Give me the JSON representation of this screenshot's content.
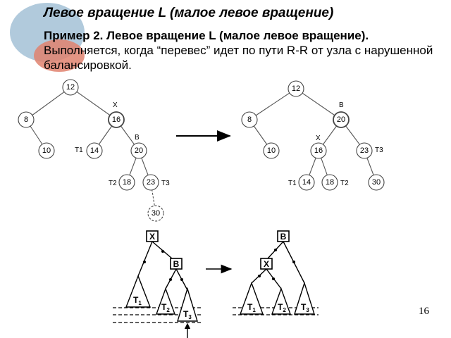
{
  "slide": {
    "title": "Левое вращение L (малое левое вращение)",
    "example_lead": "Пример 2. Левое вращение L (малое левое вращение).",
    "example_text": "Выполняется, когда “перевес” идет по пути R-R от узла с нарушенной балансировкой.",
    "page_number": "16"
  },
  "tree_before": {
    "nodes": [
      "12",
      "8",
      "16",
      "10",
      "14",
      "20",
      "18",
      "23",
      "30"
    ],
    "labels": {
      "x": "X",
      "b": "B",
      "t1": "T1",
      "t2": "T2",
      "t3": "T3"
    }
  },
  "tree_after": {
    "nodes": [
      "12",
      "8",
      "20",
      "10",
      "16",
      "23",
      "14",
      "18",
      "30"
    ],
    "labels": {
      "b": "B",
      "x": "X",
      "t1": "T1",
      "t2": "T2",
      "t3": "T3"
    }
  },
  "schema_before": {
    "boxes": [
      "X",
      "B"
    ],
    "subtrees": [
      {
        "base": "T",
        "sub": "1"
      },
      {
        "base": "T",
        "sub": "2"
      },
      {
        "base": "T",
        "sub": "3"
      }
    ]
  },
  "schema_after": {
    "boxes": [
      "B",
      "X"
    ],
    "subtrees": [
      {
        "base": "T",
        "sub": "1"
      },
      {
        "base": "T",
        "sub": "2"
      },
      {
        "base": "T",
        "sub": "3"
      }
    ]
  },
  "colors": {
    "deco_blue": "#a9c4d8",
    "deco_red": "#e0836f"
  }
}
